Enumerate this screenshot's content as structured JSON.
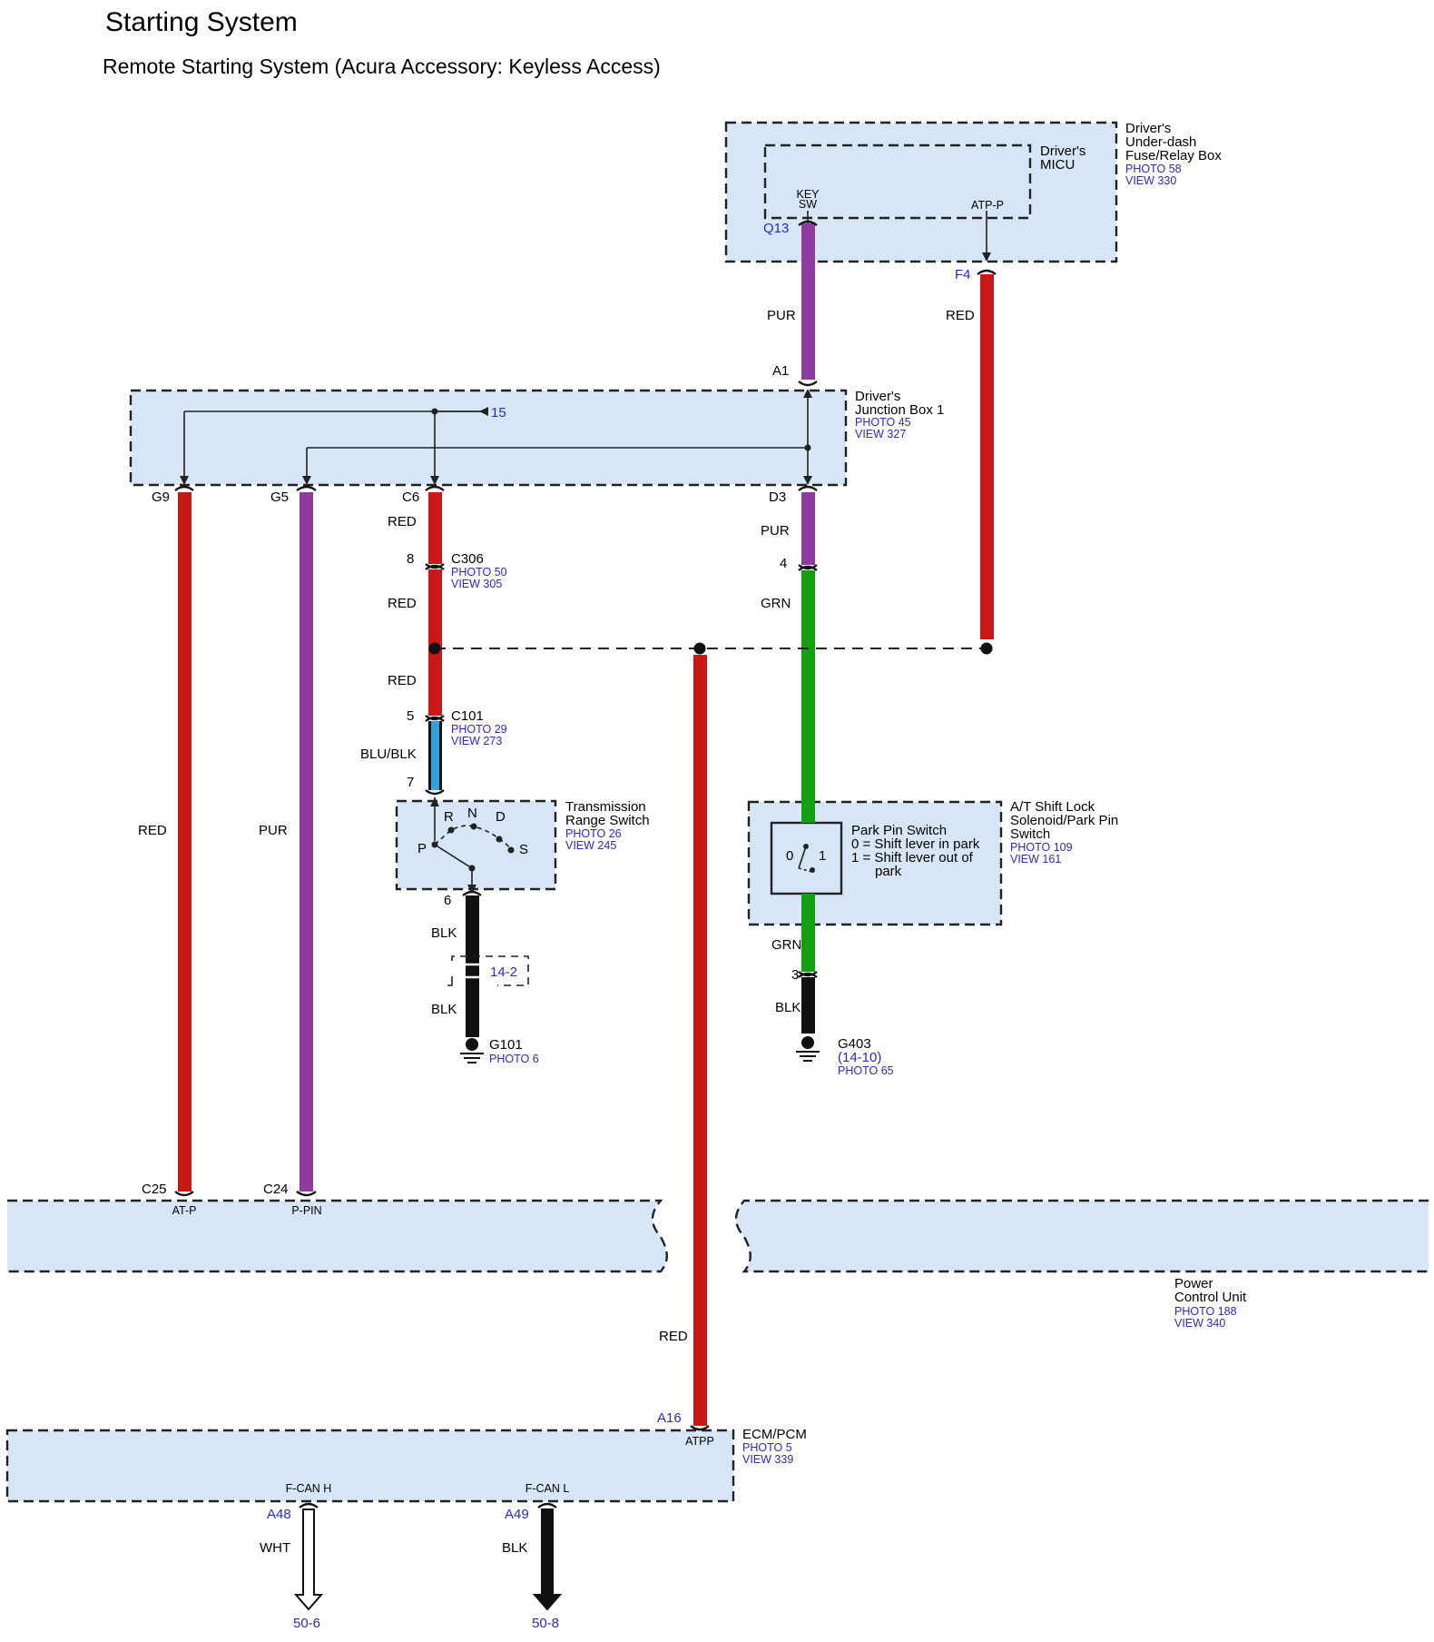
{
  "title": "Starting System",
  "subtitle": "Remote Starting System (Acura Accessory: Keyless Access)",
  "colors": {
    "RED": "#c81818",
    "PUR": "#8e3a9e",
    "GRN": "#12a012",
    "BLK": "#111111",
    "BLU": "#2fa3dc",
    "WHT": "#ffffff",
    "box_fill": "#d6e6f6",
    "ref_blue": "#2b2bb8"
  },
  "components": {
    "underdash": {
      "name1": "Driver's",
      "name2": "Under-dash",
      "name3": "Fuse/Relay Box",
      "photo": "PHOTO 58",
      "view": "VIEW 330"
    },
    "micu": {
      "name1": "Driver's",
      "name2": "MICU",
      "pin_key1": "KEY",
      "pin_key2": "SW",
      "pin_atp": "ATP-P"
    },
    "jb1": {
      "name1": "Driver's",
      "name2": "Junction Box 1",
      "photo": "PHOTO 45",
      "view": "VIEW 327",
      "ref": "15"
    },
    "c306": {
      "name": "C306",
      "photo": "PHOTO 50",
      "view": "VIEW 305"
    },
    "c101": {
      "name": "C101",
      "photo": "PHOTO 29",
      "view": "VIEW 273"
    },
    "trs": {
      "name1": "Transmission",
      "name2": "Range Switch",
      "photo": "PHOTO 26",
      "view": "VIEW 245",
      "p": "P",
      "r": "R",
      "n": "N",
      "d": "D",
      "s": "S"
    },
    "shiftlock": {
      "name1": "A/T Shift Lock",
      "name2": "Solenoid/Park Pin",
      "name3": "Switch",
      "photo": "PHOTO 109",
      "view": "VIEW 161"
    },
    "parkpin": {
      "name": "Park Pin Switch",
      "desc1": "0 = Shift lever in park",
      "desc2": "1 = Shift lever out of",
      "desc3": "park",
      "zero": "0",
      "one": "1"
    },
    "g101": {
      "name": "G101",
      "photo": "PHOTO 6"
    },
    "g403": {
      "name": "G403",
      "sub": "(14-10)",
      "photo": "PHOTO 65"
    },
    "ref142": "14-2",
    "pcu": {
      "name1": "Power",
      "name2": "Control Unit",
      "photo": "PHOTO 188",
      "view": "VIEW 340",
      "pin_atp": "AT-P",
      "pin_ppin": "P-PIN"
    },
    "ecm": {
      "name": "ECM/PCM",
      "photo": "PHOTO 5",
      "view": "VIEW 339",
      "pin_atpp": "ATPP",
      "pin_fcanh": "F-CAN H",
      "pin_fcanl": "F-CAN L"
    }
  },
  "terminals": {
    "q13": "Q13",
    "f4": "F4",
    "a1": "A1",
    "g9": "G9",
    "g5": "G5",
    "c6": "C6",
    "d3": "D3",
    "c306_8": "8",
    "d3_4": "4",
    "c101_5": "5",
    "c101_7": "7",
    "trs_6": "6",
    "g403_3": "3",
    "c25": "C25",
    "c24": "C24",
    "a16": "A16",
    "a48": "A48",
    "a49": "A49"
  },
  "wires": {
    "pur": "PUR",
    "red": "RED",
    "grn": "GRN",
    "blk": "BLK",
    "blublk": "BLU/BLK",
    "wht": "WHT"
  },
  "refs": {
    "r506": "50-6",
    "r508": "50-8"
  }
}
